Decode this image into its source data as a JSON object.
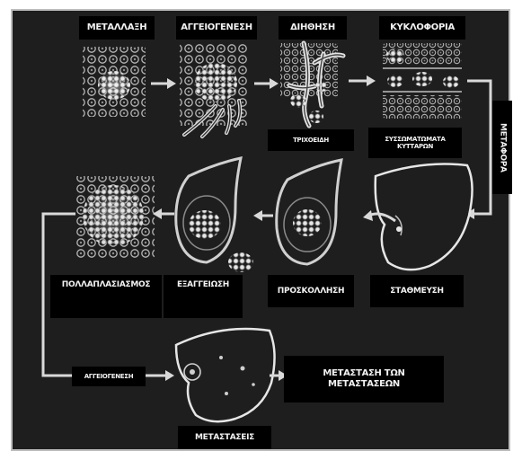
{
  "stages": {
    "metallaxi": "ΜΕΤΑΛΛΑΞΗ",
    "aggeiogenesi_top": "ΑΓΓΕΙΟΓΕΝΕΣΗ",
    "dithisi": "ΔΙΗΘΗΣΗ",
    "kykloforia": "ΚΥΚΛΟΦΟΡΙΑ",
    "trichoeidi": "ΤΡΙΧΟΕΙΔΗ",
    "syssomatomata_1": "ΣΥΣΣΩΜΑΤΩΜΑΤΑ",
    "syssomatomata_2": "ΚΥΤΤΑΡΩΝ",
    "metafora": "ΜΕΤΑΦΟΡΑ",
    "pollaplasiasmos": "ΠΟΛΛΑΠΛΑΣΙΑΣΜΟΣ",
    "exaggeiosi": "ΕΞΑΓΓΕΙΩΣΗ",
    "proskollisi": "ΠΡΟΣΚΟΛΛΗΣΗ",
    "stathmeusi": "ΣΤΑΘΜΕΥΣΗ",
    "aggeiogenesi_bottom": "ΑΓΓΕΙΟΓΕΝΕΣΗ",
    "metastasi_1": "ΜΕΤΑΣΤΑΣΗ ΤΩΝ",
    "metastasi_2": "ΜΕΤΑΣΤΑΣΕΩΝ",
    "metastaseis": "ΜΕΤΑΣΤΑΣΕΙΣ"
  },
  "colors": {
    "background": "#1e1e1e",
    "label_box": "#000000",
    "text": "#f2f2f2",
    "arrow": "#d9d9d9",
    "illustration": "#cfcfcf"
  }
}
